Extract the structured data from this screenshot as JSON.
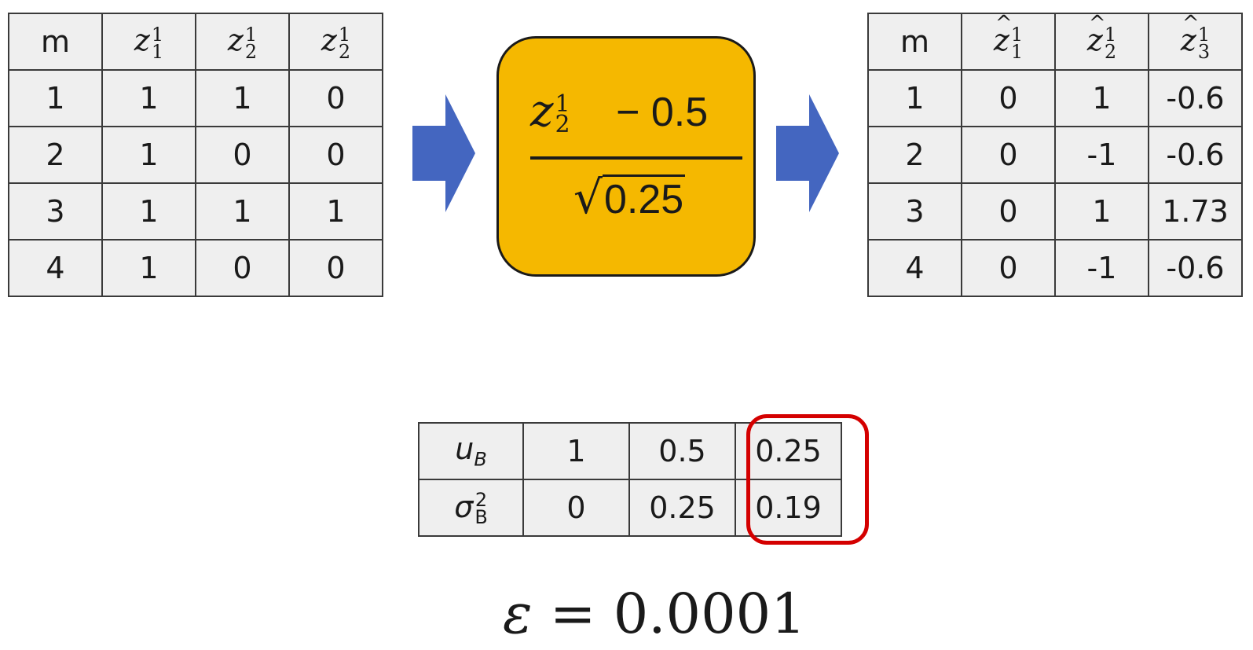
{
  "input_table": {
    "header": [
      "m",
      "z",
      "z",
      "z"
    ],
    "header_sub": [
      "",
      "1",
      "2",
      "2"
    ],
    "header_sup": [
      "",
      "1",
      "1",
      "1"
    ],
    "rows": [
      [
        "1",
        "1",
        "1",
        "0"
      ],
      [
        "2",
        "1",
        "0",
        "0"
      ],
      [
        "3",
        "1",
        "1",
        "1"
      ],
      [
        "4",
        "1",
        "0",
        "0"
      ]
    ]
  },
  "formula": {
    "var": "z",
    "var_sub": "2",
    "var_sup": "1",
    "numerator_rest": "− 0.5",
    "radicand": "0.25"
  },
  "output_table": {
    "header": [
      "m",
      "z",
      "z",
      "z"
    ],
    "header_sub": [
      "",
      "1",
      "2",
      "3"
    ],
    "header_sup": [
      "",
      "1",
      "1",
      "1"
    ],
    "rows": [
      [
        "1",
        "0",
        "1",
        "-0.6"
      ],
      [
        "2",
        "0",
        "-1",
        "-0.6"
      ],
      [
        "3",
        "0",
        "1",
        "1.73"
      ],
      [
        "4",
        "0",
        "-1",
        "-0.6"
      ]
    ]
  },
  "stats_table": {
    "mean_label": "u",
    "mean_sub": "B",
    "var_label": "σ",
    "var_sub": "B",
    "var_sup": "2",
    "mean_values": [
      "1",
      "0.5",
      "0.25"
    ],
    "var_values": [
      "0",
      "0.25",
      "0.19"
    ]
  },
  "epsilon": {
    "symbol": "ε",
    "text": "= 0.0001"
  },
  "colors": {
    "arrow": "#4466c0",
    "formula_box": "#f5b800",
    "highlight": "#d40000"
  }
}
